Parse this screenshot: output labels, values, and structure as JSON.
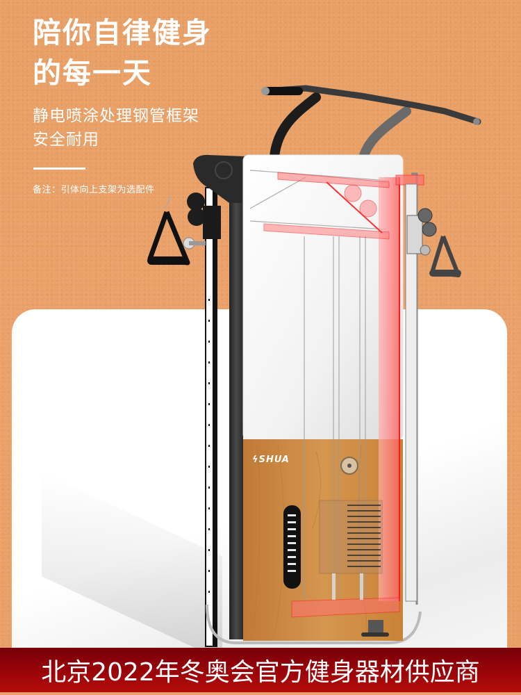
{
  "headline": {
    "line1": "陪你自律健身",
    "line2": "的每一天"
  },
  "subtitle": {
    "line1": "静电喷涂处理钢管框架",
    "line2": "安全耐用"
  },
  "note": "备注：引体向上支架为选配件",
  "product": {
    "brand_logo": "SHUA",
    "logo_icon": "lightning-bolt-icon",
    "description": "Multi-function cable crossover trainer with pull-up bar, weight stack, cable pulleys and triangle handles; frame shown with transparent panel and red-highlighted steel tube frame"
  },
  "banner": {
    "text": "北京2022年冬奥会官方健身器材供应商"
  },
  "colors": {
    "background": "#E9A067",
    "card": "#FFFFFF",
    "banner_top": "#78000A",
    "banner_bottom": "#B50C0C",
    "frame_highlight": "#FF2020",
    "wood": "#C98237"
  }
}
